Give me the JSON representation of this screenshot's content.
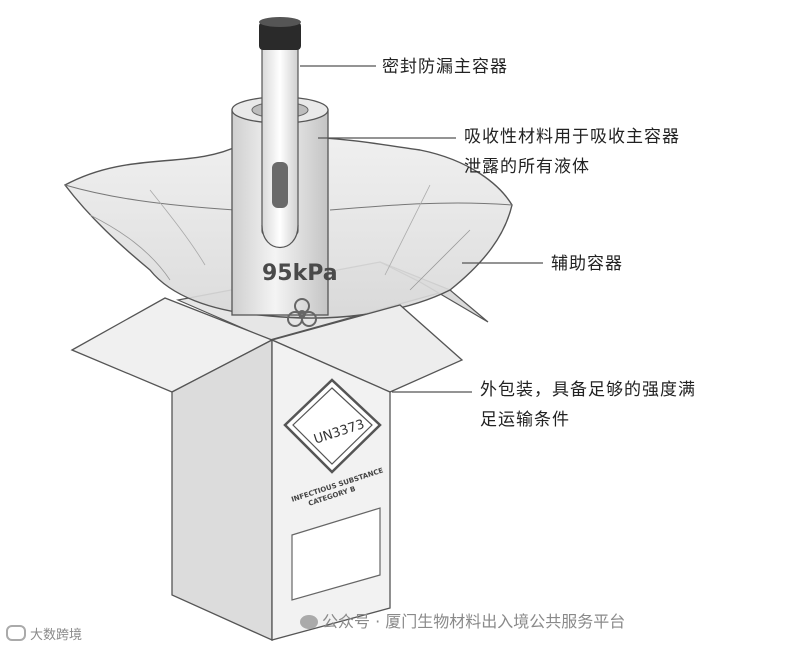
{
  "labels": {
    "primary_container": "密封防漏主容器",
    "absorbent_line1": "吸收性材料用于吸收主容器",
    "absorbent_line2": "泄露的所有液体",
    "secondary_container": "辅助容器",
    "outer_line1": "外包装，具备足够的强度满",
    "outer_line2": "足运输条件"
  },
  "bag": {
    "pressure": "95kPa"
  },
  "box": {
    "un_number": "UN3373",
    "substance_line1": "INFECTIOUS SUBSTANCE",
    "substance_line2": "CATEGORY B"
  },
  "watermarks": {
    "wechat": "公众号 · 厦门生物材料出入境公共服务平台",
    "brand": "大数跨境"
  },
  "colors": {
    "stroke": "#555555",
    "box_face": "#f2f2f2",
    "cap": "#2a2a2a"
  }
}
